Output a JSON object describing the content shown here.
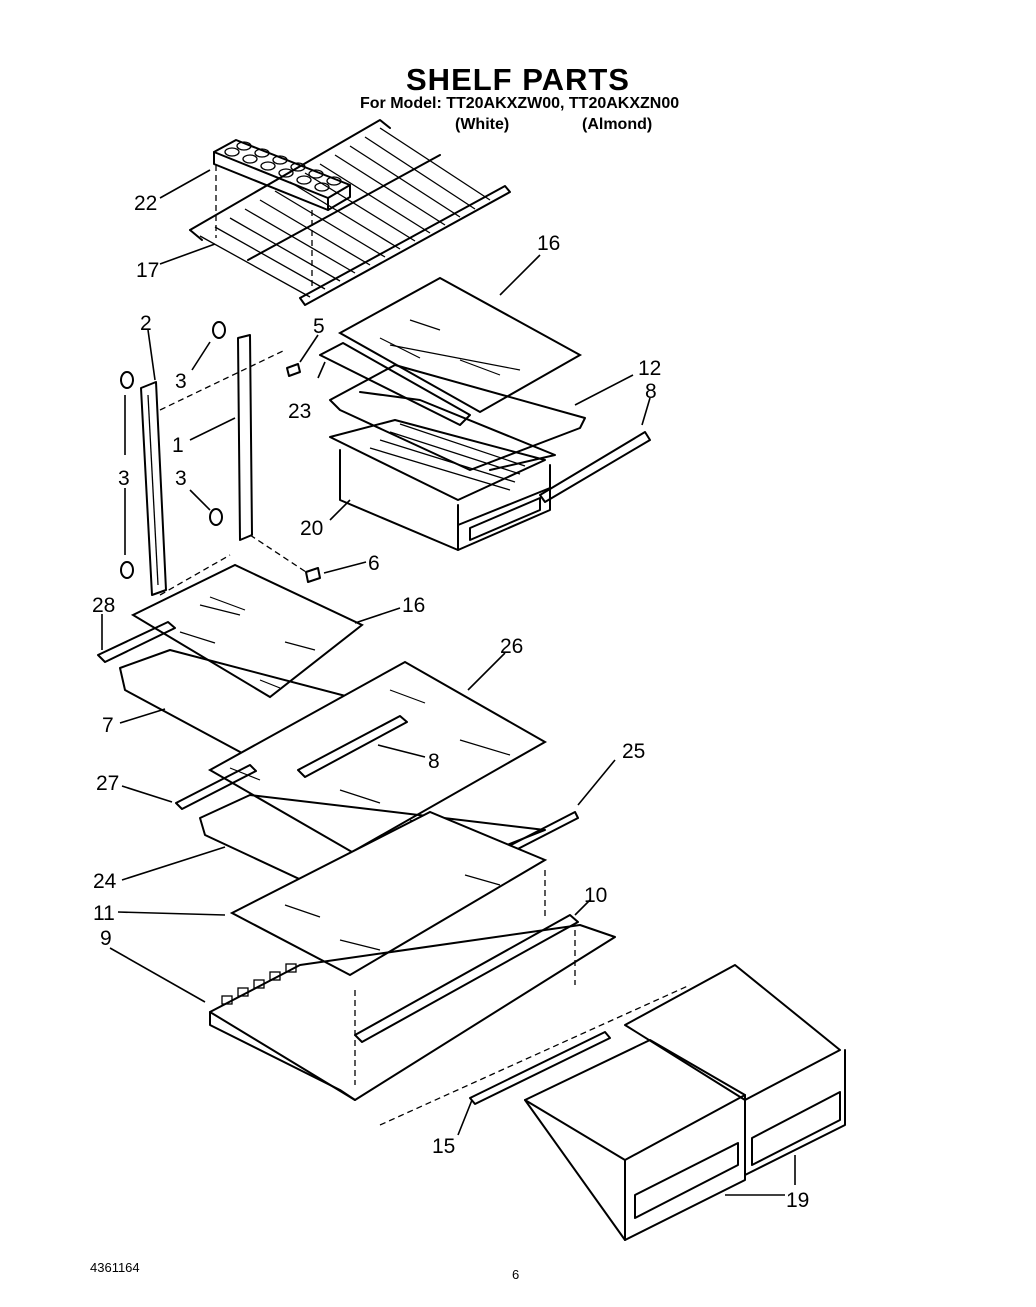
{
  "header": {
    "title": "SHELF PARTS",
    "model_line": "For Model: TT20AKXZW00, TT20AKXZN00",
    "variant_white": "(White)",
    "variant_almond": "(Almond)"
  },
  "callouts": [
    "22",
    "17",
    "16",
    "2",
    "5",
    "3",
    "23",
    "12",
    "8",
    "1",
    "3",
    "3",
    "20",
    "6",
    "28",
    "16",
    "26",
    "7",
    "8",
    "27",
    "25",
    "24",
    "10",
    "11",
    "9",
    "15",
    "19"
  ],
  "footer": {
    "doc_number": "4361164",
    "page_number": "6"
  }
}
